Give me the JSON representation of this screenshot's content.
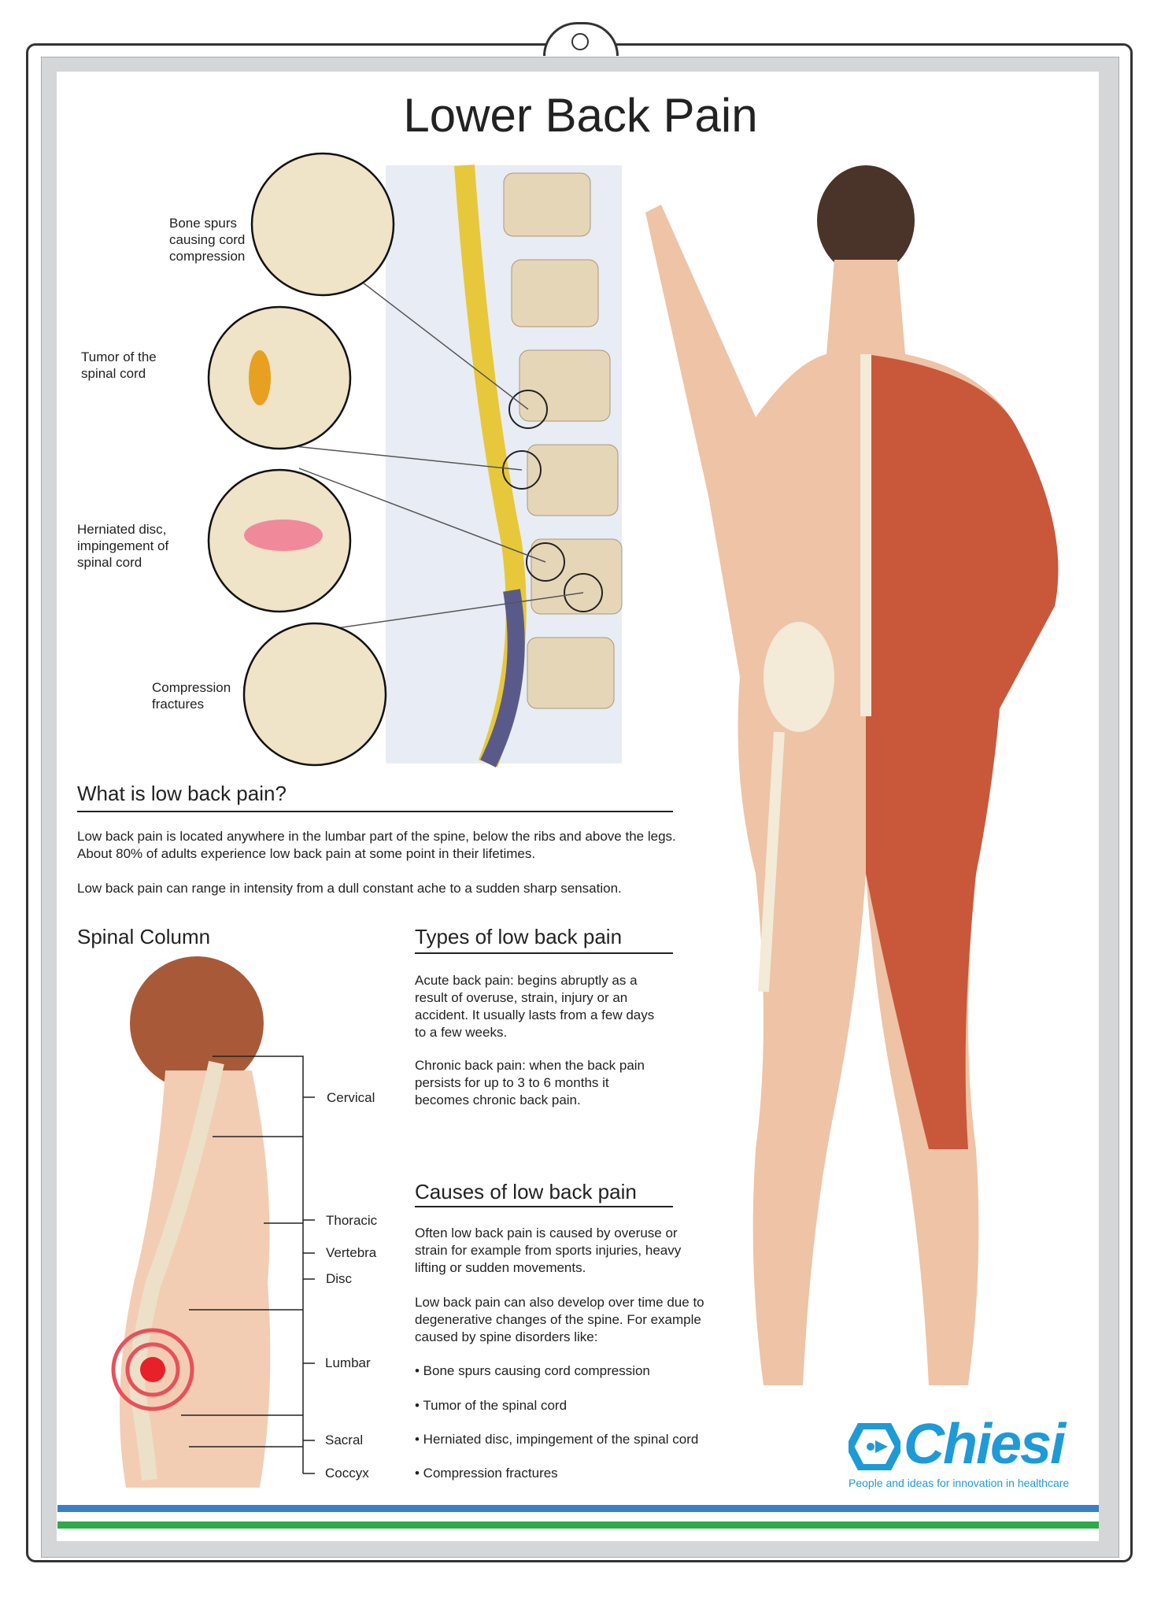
{
  "title": "Lower Back Pain",
  "callouts": {
    "bone_spurs": "Bone spurs causing cord compression",
    "tumor": "Tumor of the spinal cord",
    "herniated": "Herniated disc, impingement of spinal cord",
    "compression": "Compression fractures"
  },
  "what": {
    "heading": "What is low back pain?",
    "p1": "Low back pain is located anywhere in the lumbar part of the spine, below the ribs and above the legs. About 80% of adults experience low back pain at some point in their lifetimes.",
    "p2": "Low back pain can range in intensity from a dull constant ache to a sudden sharp sensation."
  },
  "spinal": {
    "heading": "Spinal Column",
    "labels": [
      "Cervical",
      "Thoracic",
      "Vertebra",
      "Disc",
      "Lumbar",
      "Sacral",
      "Coccyx"
    ]
  },
  "types": {
    "heading": "Types of low back pain",
    "p1": "Acute back pain: begins abruptly as a result of overuse, strain, injury or an accident. It usually lasts from a few days to a few weeks.",
    "p2": "Chronic back pain: when the back pain persists for up to 3 to 6 months it becomes chronic back pain."
  },
  "causes": {
    "heading": "Causes of low back pain",
    "p1": "Often low back pain is caused by overuse or strain for example from sports injuries, heavy lifting or sudden movements.",
    "p2": "Low back pain can also develop over time due to degenerative changes of the spine. For example caused by spine disorders like:",
    "bullets": [
      "• Bone spurs causing cord compression",
      "• Tumor of the spinal cord",
      "• Herniated disc, impingement of the  spinal cord",
      "• Compression fractures"
    ]
  },
  "brand": {
    "name": "Chiesi",
    "tagline": "People and ideas for innovation in healthcare",
    "color": "#1e9ad6"
  },
  "colors": {
    "blue_bar": "#3a7fc4",
    "green_bar": "#2eaa4a"
  }
}
